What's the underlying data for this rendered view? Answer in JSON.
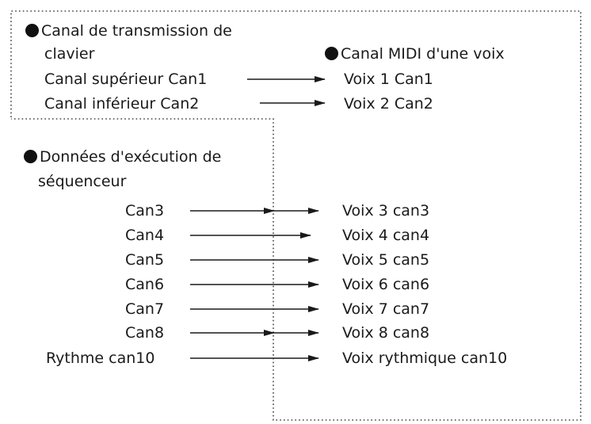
{
  "diagram": {
    "keyboard_section": {
      "heading_line1": "Canal de transmission de",
      "heading_line2": "clavier",
      "rows": [
        {
          "source": "Canal supérieur Can1",
          "target": "Voix 1 Can1"
        },
        {
          "source": "Canal inférieur Can2",
          "target": "Voix 2 Can2"
        }
      ]
    },
    "voice_heading": "Canal MIDI d'une voix",
    "sequencer_section": {
      "heading_line1": "Données d'exécution de",
      "heading_line2": "séquenceur",
      "rows": [
        {
          "source": "Can3",
          "target": "Voix 3 can3"
        },
        {
          "source": "Can4",
          "target": "Voix 4 can4"
        },
        {
          "source": "Can5",
          "target": "Voix 5 can5"
        },
        {
          "source": "Can6",
          "target": "Voix 6 can6"
        },
        {
          "source": "Can7",
          "target": "Voix 7 can7"
        },
        {
          "source": "Can8",
          "target": "Voix 8 can8"
        },
        {
          "source": "Rythme can10",
          "target": "Voix rythmique can10"
        }
      ]
    },
    "colors": {
      "ink": "#1a1a1a",
      "dotted": "#444444"
    }
  }
}
